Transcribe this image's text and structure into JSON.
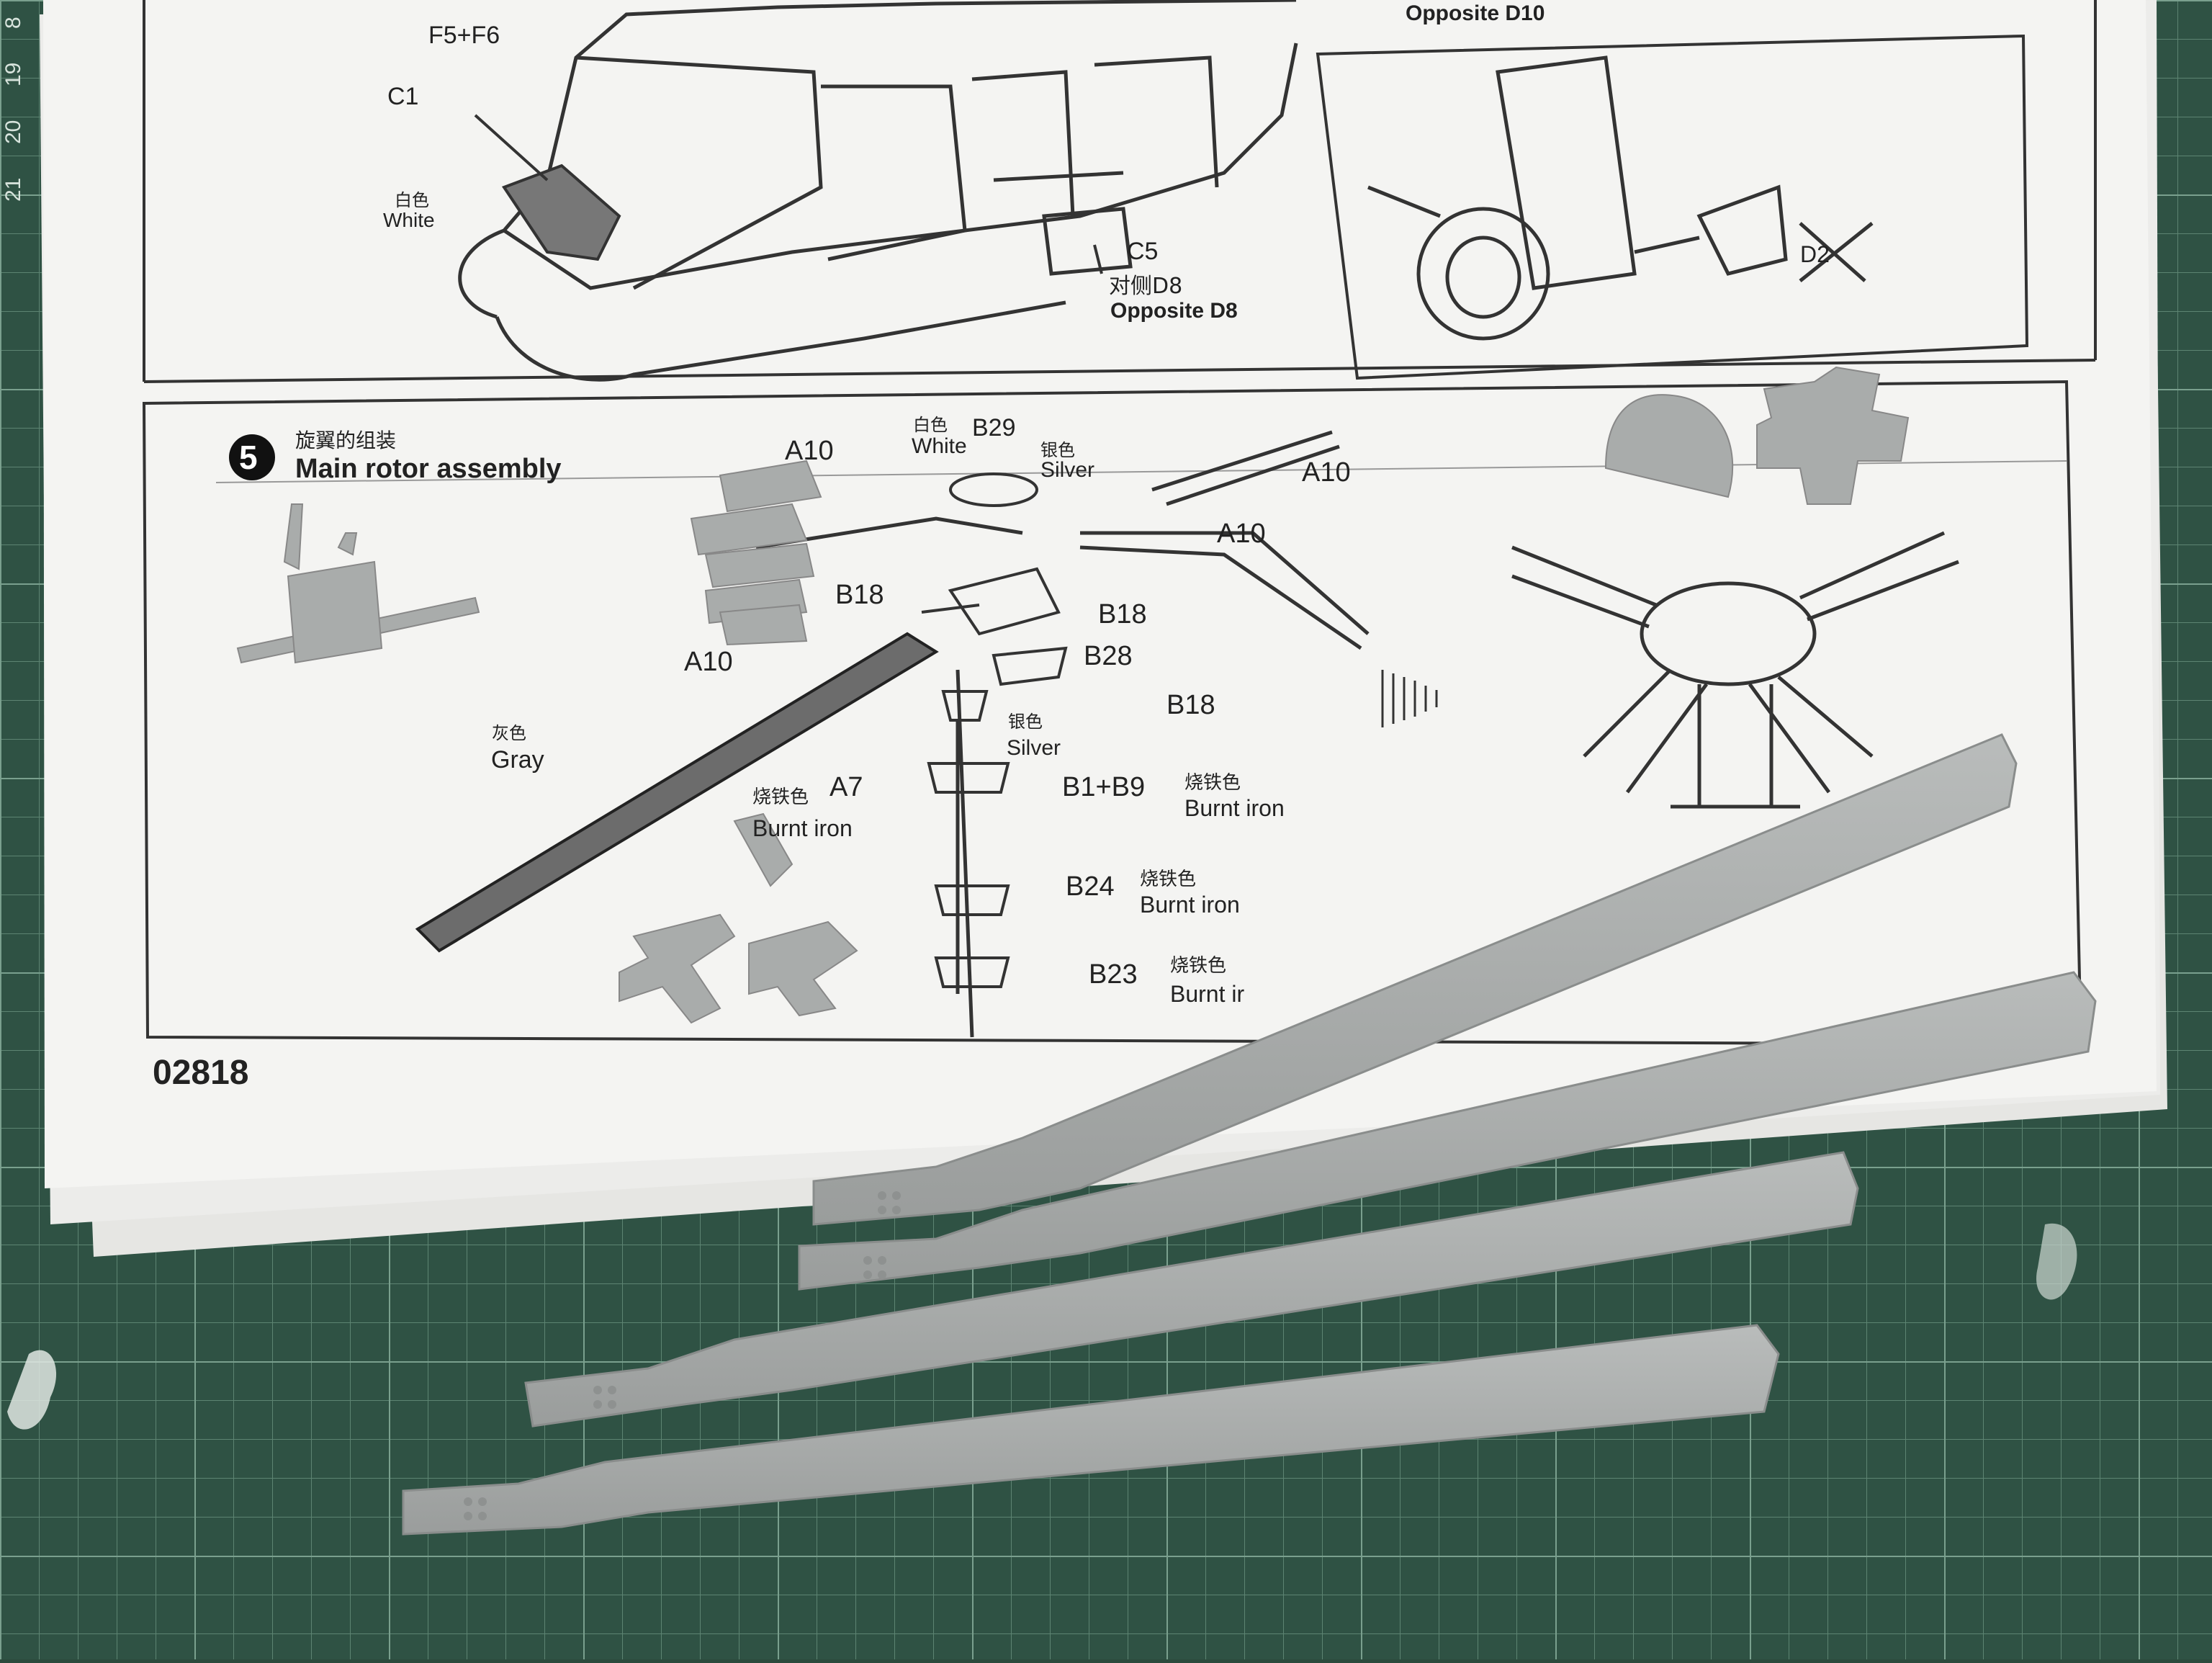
{
  "photo": {
    "subject": "Helicopter model kit instruction sheet with main rotor blades and hub parts on a cutting mat",
    "colors": {
      "mat": "#2b4a3c",
      "paper": "#f4f4f2",
      "plastic": "#a9acab",
      "ink": "#222222"
    }
  },
  "mat_ruler": [
    "8",
    "19",
    "20",
    "21"
  ],
  "sheet": {
    "code": "02818",
    "top_labels": {
      "f5f6": "F5+F6",
      "c1": "C1",
      "white_cn": "白色",
      "white": "White",
      "c5": "C5",
      "d8_cn": "对侧D8",
      "opposite_d8": "Opposite D8",
      "opposite_d10": "Opposite D10",
      "d2": "D2"
    },
    "step": {
      "number": "5",
      "title_cn": "旋翼的组装",
      "title_en": "Main rotor assembly"
    },
    "labels": {
      "a10_1": "A10",
      "a10_2": "A10",
      "a10_3": "A10",
      "a10_4": "A10",
      "white_cn": "白色",
      "b29": "B29",
      "white": "White",
      "silver_cn_1": "银色",
      "silver_1": "Silver",
      "b18_1": "B18",
      "b18_2": "B18",
      "b18_3": "B18",
      "b28": "B28",
      "silver_cn_2": "银色",
      "silver_2": "Silver",
      "gray_cn": "灰色",
      "gray": "Gray",
      "burnt_cn_1": "烧铁色",
      "a7": "A7",
      "burnt_1": "Burnt iron",
      "b1b9": "B1+B9",
      "burnt_cn_2": "烧铁色",
      "burnt_2": "Burnt iron",
      "b24": "B24",
      "burnt_cn_3": "烧铁色",
      "burnt_3": "Burnt iron",
      "b23": "B23",
      "burnt_cn_4": "烧铁色",
      "burnt_4": "Burnt ir"
    }
  }
}
